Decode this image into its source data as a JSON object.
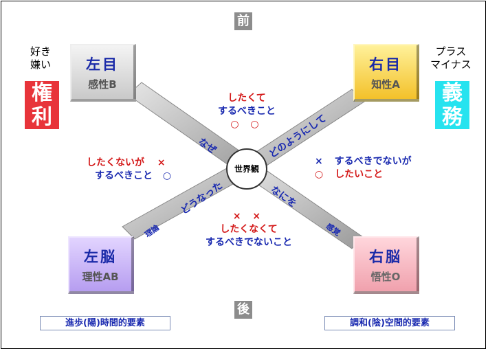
{
  "direction": {
    "front": "前",
    "back": "後"
  },
  "boxes": {
    "top_left": {
      "title": "左目",
      "subtitle": "感性B"
    },
    "top_right": {
      "title": "右目",
      "subtitle": "知性A"
    },
    "bottom_left": {
      "title": "左脳",
      "subtitle": "理性AB"
    },
    "bottom_right": {
      "title": "右脳",
      "subtitle": "悟性O"
    }
  },
  "center": {
    "label": "世界観"
  },
  "left_side": {
    "caption_line1": "好き",
    "caption_line2": "嫌い",
    "tag_line1": "権",
    "tag_line2": "利",
    "tag_color": "#e8343a"
  },
  "right_side": {
    "caption_line1": "プラス",
    "caption_line2": "マイナス",
    "tag_line1": "義",
    "tag_line2": "務",
    "tag_color": "#26e3ef"
  },
  "quadrants": {
    "top": {
      "line1": "したくて",
      "line2": "するべきこと",
      "marks": "○ ○"
    },
    "left": {
      "line1": "したくないが",
      "mark1": "×",
      "line2": "するべきこと",
      "mark2": "○"
    },
    "right": {
      "mark1": "×",
      "line1": "するべきでないが",
      "mark2": "○",
      "line2": "したいこと"
    },
    "bottom": {
      "marks": "× ×",
      "line1": "したくなくて",
      "line2": "するべきでないこと"
    }
  },
  "diagonal_labels": {
    "naze": "なぜ",
    "donoyounishite": "どのようにして",
    "dounatta": "どうなった",
    "naniwo": "なにを"
  },
  "band_labels": {
    "riron": "理論",
    "kankaku": "感覚"
  },
  "notes": {
    "left": "進歩(陽)時間的要素",
    "right": "調和(陰)空間的要素"
  },
  "colors": {
    "accent_blue": "#1a2ab0",
    "accent_red": "#d41a1a",
    "band_gray": "#a8a8a8"
  }
}
